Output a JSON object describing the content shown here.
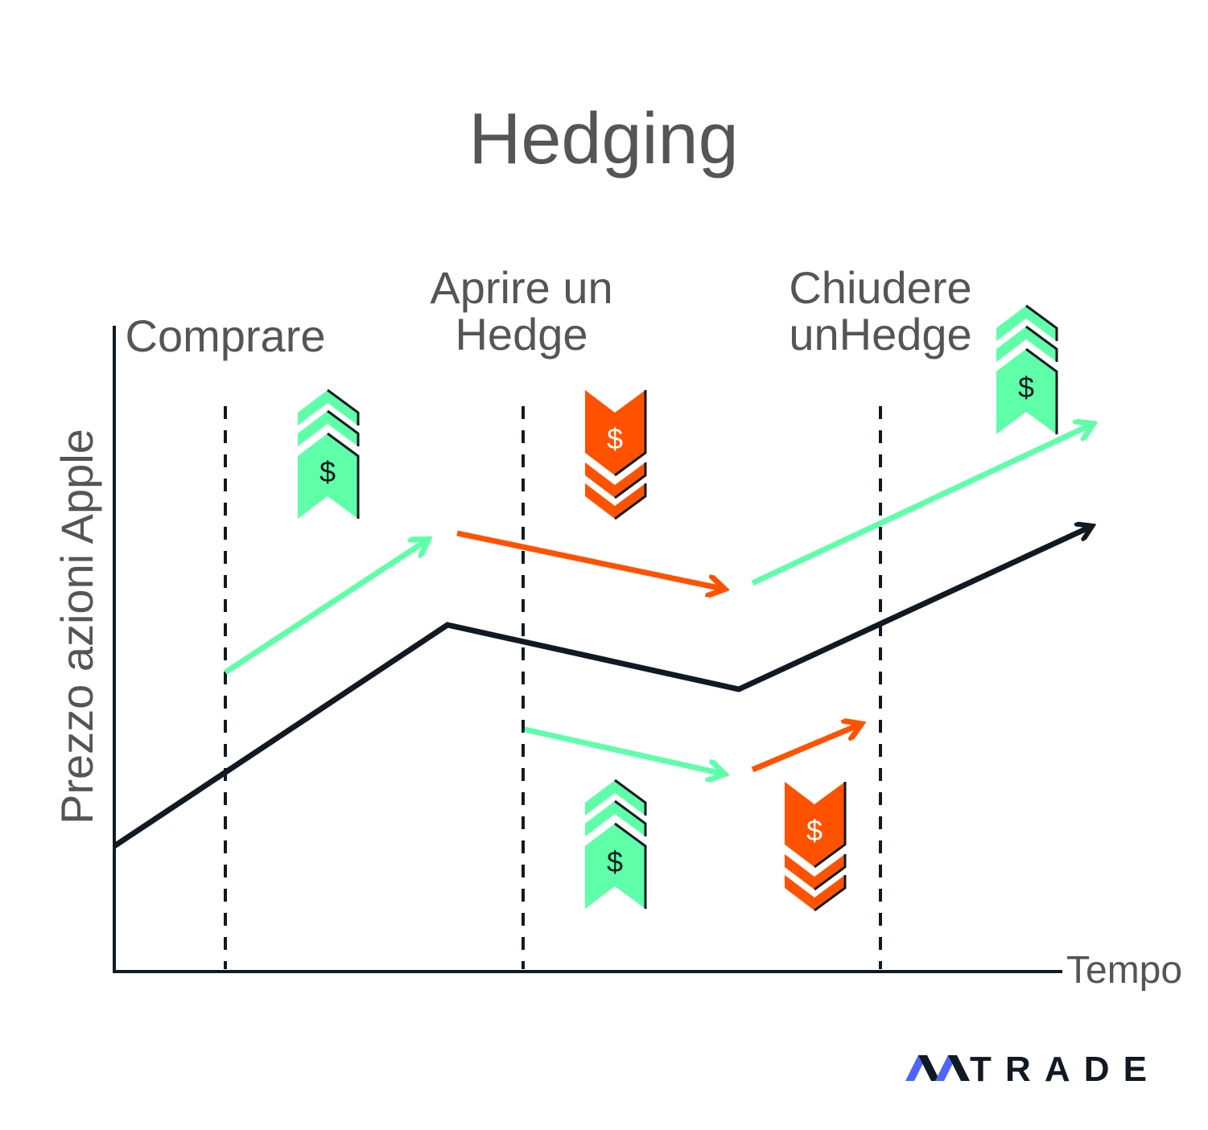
{
  "title": "Hedging",
  "axes": {
    "y_label": "Prezzo azioni Apple",
    "x_label": "Tempo"
  },
  "phases": [
    {
      "line1": "Comprare",
      "line2": ""
    },
    {
      "line1": "Aprire un",
      "line2": "Hedge"
    },
    {
      "line1": "Chiudere",
      "line2": "unHedge"
    }
  ],
  "icon_symbol": "$",
  "icons": {
    "gain": "dollar-chevrons-up-icon",
    "loss": "dollar-chevrons-down-icon"
  },
  "colors": {
    "gain": "#5effa8",
    "loss": "#ff5200",
    "price_line": "#111a22",
    "text": "#555555",
    "logo_accent": "#4f63ff"
  },
  "logo": "AVATRADE"
}
